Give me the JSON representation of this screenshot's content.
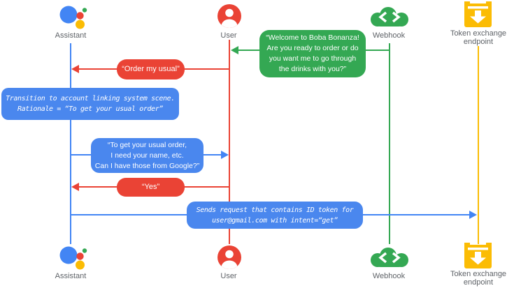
{
  "colors": {
    "assistant_blue": "#4285F4",
    "user_red": "#EA4335",
    "webhook_green": "#34A853",
    "token_yellow": "#FBBC04",
    "label_gray": "#5F6368",
    "bubble_blue": "#4A87EE"
  },
  "actors": {
    "assistant": {
      "label": "Assistant"
    },
    "user": {
      "label": "User"
    },
    "webhook": {
      "label": "Webhook"
    },
    "token_endpoint": {
      "label": "Token exchange\nendpoint"
    }
  },
  "messages": {
    "welcome": {
      "from": "Webhook",
      "to": "User",
      "text": "“Welcome to Boba Bonanza!\nAre you ready to order or do\nyou want me to go through\nthe drinks with you?”"
    },
    "order_my_usual": {
      "from": "User",
      "to": "Assistant",
      "text": "“Order my usual”"
    },
    "transition_note": {
      "actor": "Assistant",
      "text": "Transition to account linking system scene.\nRationale = “To get your usual order”"
    },
    "ask_for_info": {
      "from": "Assistant",
      "to": "User",
      "text": "“To get your usual order,\nI need your name, etc.\nCan I have those from Google?”"
    },
    "yes": {
      "from": "User",
      "to": "Assistant",
      "text": "“Yes”"
    },
    "id_token_request": {
      "from": "Assistant",
      "to": "Token exchange endpoint",
      "text": "Sends request that contains ID token for\nuser@gmail.com with intent=“get”"
    }
  }
}
